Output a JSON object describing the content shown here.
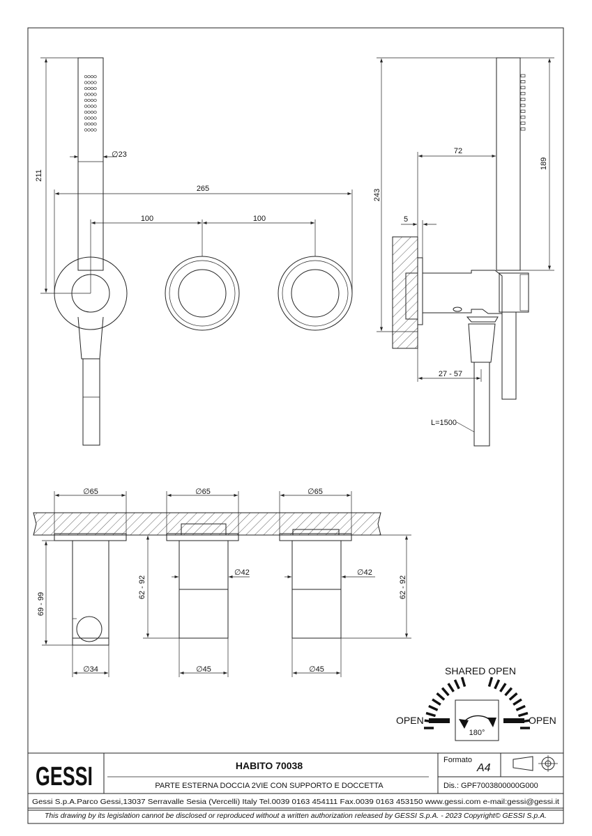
{
  "dimensions": {
    "front_height": "211",
    "front_total_width": "265",
    "spacing_left": "100",
    "spacing_right": "100",
    "handle_diameter": "23",
    "side_overall_height": "243",
    "side_handle_height": "189",
    "side_offset": "72",
    "wall_offset": "5",
    "projection_range": "27 - 57",
    "hose_length": "L=1500",
    "plate_diameter_1": "65",
    "plate_diameter_2": "65",
    "plate_diameter_3": "65",
    "depth_range_1": "69 - 99",
    "depth_range_2": "62 - 92",
    "depth_range_3": "62 - 92",
    "body_diameter_1": "34",
    "inner_diameter_2": "42",
    "inner_diameter_3": "42",
    "body_diameter_2": "45",
    "body_diameter_3": "45",
    "diameter_symbol": "∅"
  },
  "rotation_diagram": {
    "top_label": "SHARED OPEN",
    "left_label": "OPEN",
    "right_label": "OPEN",
    "angle": "180°"
  },
  "title_block": {
    "logo": "GESSI",
    "product_name": "HABITO 70038",
    "description": "PARTE ESTERNA DOCCIA 2VIE CON SUPPORTO E DOCCETTA",
    "format_label": "Formato",
    "format_value": "A4",
    "drawing_number": "Dis.: GPF7003800000G000",
    "company_line": "Gessi S.p.A.Parco Gessi,13037 Serravalle Sesia (Vercelli) Italy Tel.0039 0163 454111 Fax.0039 0163 453150 www.gessi.com e-mail:gessi@gessi.it",
    "legal_notice": "This drawing by its legislation cannot be disclosed or reproduced without a written authorization released by GESSI S.p.A. - 2023 Copyright© GESSI S.p.A."
  }
}
